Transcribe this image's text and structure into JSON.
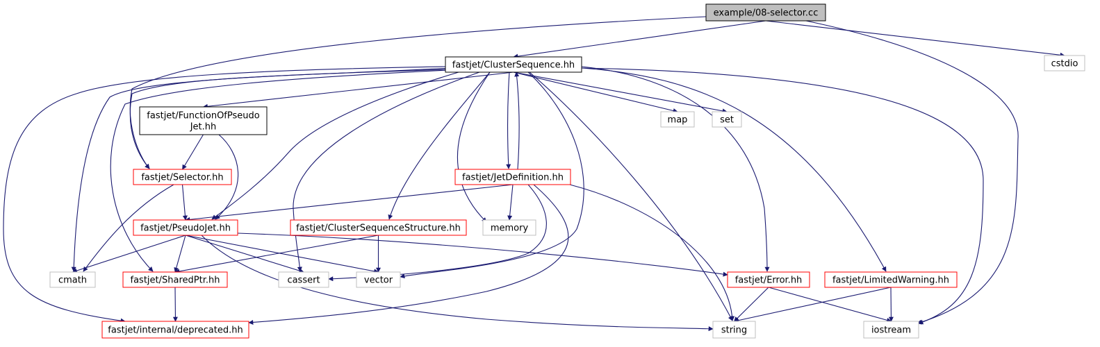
{
  "diagram": {
    "colors": {
      "edge": "#191970",
      "root_fill": "#bfbfbf",
      "root_border": "#000000",
      "documented_border": "#000000",
      "linked_border": "#ff0000",
      "system_border": "#bfbfbf",
      "node_fill": "#ffffff"
    },
    "nodes": [
      {
        "id": "n_root",
        "lines": [
          "example/08-selector.cc"
        ],
        "kind": "root"
      },
      {
        "id": "n_cs",
        "lines": [
          "fastjet/ClusterSequence.hh"
        ],
        "kind": "documented"
      },
      {
        "id": "n_cstdio",
        "lines": [
          "cstdio"
        ],
        "kind": "system"
      },
      {
        "id": "n_fopj",
        "lines": [
          "fastjet/FunctionOfPseudo",
          "Jet.hh"
        ],
        "kind": "documented"
      },
      {
        "id": "n_map",
        "lines": [
          "map"
        ],
        "kind": "system"
      },
      {
        "id": "n_set",
        "lines": [
          "set"
        ],
        "kind": "system"
      },
      {
        "id": "n_selector",
        "lines": [
          "fastjet/Selector.hh"
        ],
        "kind": "linked"
      },
      {
        "id": "n_jetdef",
        "lines": [
          "fastjet/JetDefinition.hh"
        ],
        "kind": "linked"
      },
      {
        "id": "n_pj",
        "lines": [
          "fastjet/PseudoJet.hh"
        ],
        "kind": "linked"
      },
      {
        "id": "n_css",
        "lines": [
          "fastjet/ClusterSequenceStructure.hh"
        ],
        "kind": "linked"
      },
      {
        "id": "n_memory",
        "lines": [
          "memory"
        ],
        "kind": "system"
      },
      {
        "id": "n_cmath",
        "lines": [
          "cmath"
        ],
        "kind": "system"
      },
      {
        "id": "n_sharedptr",
        "lines": [
          "fastjet/SharedPtr.hh"
        ],
        "kind": "linked"
      },
      {
        "id": "n_cassert",
        "lines": [
          "cassert"
        ],
        "kind": "system"
      },
      {
        "id": "n_vector",
        "lines": [
          "vector"
        ],
        "kind": "system"
      },
      {
        "id": "n_error",
        "lines": [
          "fastjet/Error.hh"
        ],
        "kind": "linked"
      },
      {
        "id": "n_limwarn",
        "lines": [
          "fastjet/LimitedWarning.hh"
        ],
        "kind": "linked"
      },
      {
        "id": "n_deprecated",
        "lines": [
          "fastjet/internal/deprecated.hh"
        ],
        "kind": "linked"
      },
      {
        "id": "n_string",
        "lines": [
          "string"
        ],
        "kind": "system"
      },
      {
        "id": "n_iostream",
        "lines": [
          "iostream"
        ],
        "kind": "system"
      }
    ],
    "edges": [
      [
        "n_root",
        "n_cs"
      ],
      [
        "n_root",
        "n_selector"
      ],
      [
        "n_root",
        "n_iostream"
      ],
      [
        "n_root",
        "n_cstdio"
      ],
      [
        "n_cs",
        "n_fopj"
      ],
      [
        "n_cs",
        "n_selector"
      ],
      [
        "n_cs",
        "n_pj"
      ],
      [
        "n_cs",
        "n_jetdef"
      ],
      [
        "n_cs",
        "n_map"
      ],
      [
        "n_cs",
        "n_set"
      ],
      [
        "n_cs",
        "n_memory"
      ],
      [
        "n_cs",
        "n_css"
      ],
      [
        "n_cs",
        "n_cmath"
      ],
      [
        "n_cs",
        "n_sharedptr"
      ],
      [
        "n_cs",
        "n_cassert"
      ],
      [
        "n_cs",
        "n_vector"
      ],
      [
        "n_cs",
        "n_error"
      ],
      [
        "n_cs",
        "n_limwarn"
      ],
      [
        "n_cs",
        "n_deprecated"
      ],
      [
        "n_cs",
        "n_string"
      ],
      [
        "n_cs",
        "n_iostream"
      ],
      [
        "n_jetdef",
        "n_cs"
      ],
      [
        "n_fopj",
        "n_selector"
      ],
      [
        "n_fopj",
        "n_pj"
      ],
      [
        "n_selector",
        "n_pj"
      ],
      [
        "n_selector",
        "n_cmath"
      ],
      [
        "n_jetdef",
        "n_pj"
      ],
      [
        "n_jetdef",
        "n_memory"
      ],
      [
        "n_jetdef",
        "n_cassert"
      ],
      [
        "n_jetdef",
        "n_deprecated"
      ],
      [
        "n_jetdef",
        "n_string"
      ],
      [
        "n_pj",
        "n_cmath"
      ],
      [
        "n_pj",
        "n_sharedptr"
      ],
      [
        "n_pj",
        "n_cassert"
      ],
      [
        "n_pj",
        "n_vector"
      ],
      [
        "n_pj",
        "n_error"
      ],
      [
        "n_pj",
        "n_string"
      ],
      [
        "n_css",
        "n_sharedptr"
      ],
      [
        "n_css",
        "n_vector"
      ],
      [
        "n_sharedptr",
        "n_deprecated"
      ],
      [
        "n_error",
        "n_string"
      ],
      [
        "n_error",
        "n_iostream"
      ],
      [
        "n_limwarn",
        "n_string"
      ],
      [
        "n_limwarn",
        "n_iostream"
      ]
    ]
  }
}
